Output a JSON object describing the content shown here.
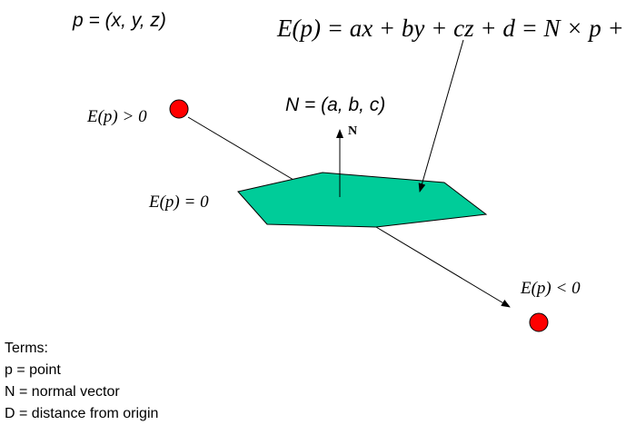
{
  "point_definition": "p = (x, y, z)",
  "normal_definition": "N = (a, b, c)",
  "plane_equation": "E(p) = ax + by + cz + d = N × p + d",
  "labels": {
    "positive": "E(p) > 0",
    "zero": "E(p) = 0",
    "negative": "E(p) < 0",
    "normal_arrow": "N"
  },
  "terms": {
    "heading": "Terms:",
    "items": [
      "p = point",
      "N = normal vector",
      "D = distance from origin"
    ]
  },
  "colors": {
    "plane_fill": "#00cc99",
    "point_fill": "#ff0000",
    "stroke": "#000000",
    "background": "#ffffff"
  }
}
